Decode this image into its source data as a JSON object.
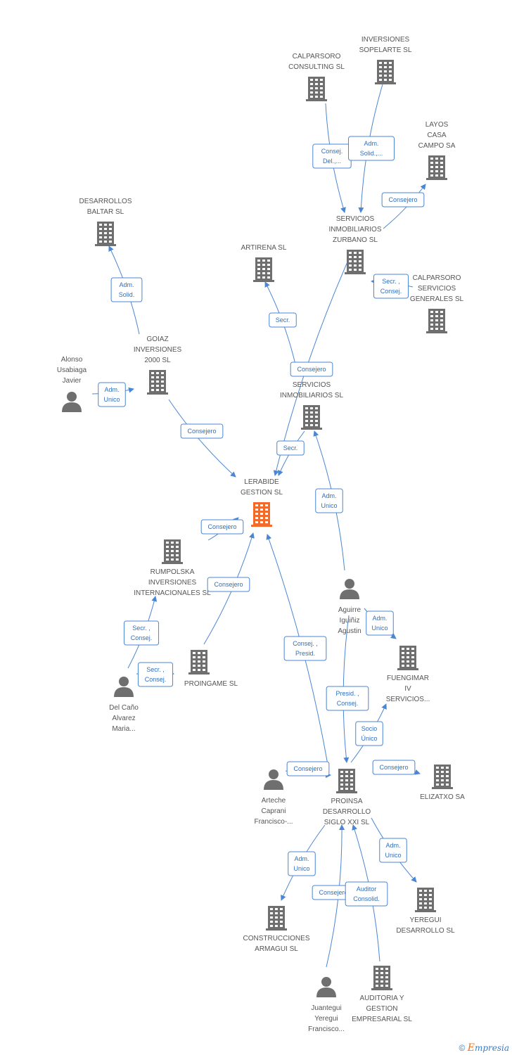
{
  "colors": {
    "edge": "#4a86d4",
    "edge_text": "#2f6fbf",
    "node": "#6f6f6f",
    "focus": "#f26b2d",
    "label": "#555555"
  },
  "brand": {
    "copyright": "©",
    "e": "E",
    "rest": "mpresia"
  },
  "nodes": [
    {
      "id": "calparsoro-consulting",
      "type": "company",
      "label": [
        "CALPARSORO",
        "CONSULTING SL"
      ]
    },
    {
      "id": "inversiones-sopelarte",
      "type": "company",
      "label": [
        "INVERSIONES",
        "SOPELARTE SL"
      ]
    },
    {
      "id": "layos-casa-campo",
      "type": "company",
      "label": [
        "LAYOS",
        "CASA",
        "CAMPO SA"
      ]
    },
    {
      "id": "desarrollos-baltar",
      "type": "company",
      "label": [
        "DESARROLLOS",
        "BALTAR SL"
      ]
    },
    {
      "id": "servicios-zurbano",
      "type": "company",
      "label": [
        "SERVICIOS",
        "INMOBILIARIOS",
        "ZURBANO SL"
      ]
    },
    {
      "id": "artirena",
      "type": "company",
      "label": [
        "ARTIRENA SL"
      ]
    },
    {
      "id": "calparsoro-servicios",
      "type": "company",
      "label": [
        "CALPARSORO",
        "SERVICIOS",
        "GENERALES SL"
      ]
    },
    {
      "id": "goiaz",
      "type": "company",
      "label": [
        "GOIAZ",
        "INVERSIONES",
        "2000 SL"
      ]
    },
    {
      "id": "alonso",
      "type": "person",
      "label": [
        "Alonso",
        "Usabiaga",
        "Javier"
      ]
    },
    {
      "id": "servicios-inmobiliarios",
      "type": "company",
      "label": [
        "...",
        "SERVICIOS",
        "INMOBILIARIOS SL"
      ]
    },
    {
      "id": "lerabide",
      "type": "focus",
      "label": [
        "LERABIDE",
        "GESTION SL"
      ]
    },
    {
      "id": "rumpolska",
      "type": "company",
      "label": [
        "RUMPOLSKA",
        "INVERSIONES",
        "INTERNACIONALES SL"
      ]
    },
    {
      "id": "aguirre",
      "type": "person",
      "label": [
        "Aguirre",
        "Iguiñiz",
        "Agustin"
      ]
    },
    {
      "id": "fuengimar",
      "type": "company",
      "label": [
        "FUENGIMAR",
        "IV",
        "SERVICIOS..."
      ]
    },
    {
      "id": "proingame",
      "type": "company",
      "label": [
        "PROINGAME SL"
      ]
    },
    {
      "id": "del-cano",
      "type": "person",
      "label": [
        "Del Caño",
        "Alvarez",
        "Maria..."
      ]
    },
    {
      "id": "proinsa",
      "type": "company",
      "label": [
        "PROINSA",
        "DESARROLLO",
        "SIGLO XXI SL"
      ]
    },
    {
      "id": "arteche",
      "type": "person",
      "label": [
        "Arteche",
        "Caprani",
        "Francisco-..."
      ]
    },
    {
      "id": "elizatxo",
      "type": "company",
      "label": [
        "ELIZATXO SA"
      ]
    },
    {
      "id": "construcciones-armagui",
      "type": "company",
      "label": [
        "CONSTRUCCIONES",
        "ARMAGUI SL"
      ]
    },
    {
      "id": "yeregui-desarrollo",
      "type": "company",
      "label": [
        "YEREGUI",
        "DESARROLLO SL"
      ]
    },
    {
      "id": "juantegui",
      "type": "person",
      "label": [
        "Juantegui",
        "Yeregui",
        "Francisco..."
      ]
    },
    {
      "id": "auditoria-gestion",
      "type": "company",
      "label": [
        "AUDITORIA Y",
        "GESTION",
        "EMPRESARIAL SL"
      ]
    }
  ],
  "edges": [
    {
      "from": "calparsoro-consulting",
      "to": "servicios-zurbano",
      "label": [
        "Consej.",
        "Del.,..."
      ]
    },
    {
      "from": "inversiones-sopelarte",
      "to": "servicios-zurbano",
      "label": [
        "Adm.",
        "Solid.,..."
      ]
    },
    {
      "from": "servicios-zurbano",
      "to": "layos-casa-campo",
      "label": [
        "Consejero"
      ]
    },
    {
      "from": "calparsoro-servicios",
      "to": "servicios-zurbano",
      "label": [
        "Secr. ,",
        "Consej."
      ]
    },
    {
      "from": "goiaz",
      "to": "desarrollos-baltar",
      "label": [
        "Adm.",
        "Solid."
      ]
    },
    {
      "from": "servicios-inmobiliarios",
      "to": "artirena",
      "label": [
        "Secr."
      ]
    },
    {
      "from": "alonso",
      "to": "goiaz",
      "label": [
        "Adm.",
        "Unico"
      ]
    },
    {
      "from": "servicios-zurbano",
      "to": "lerabide",
      "label": [
        "Consejero"
      ]
    },
    {
      "from": "servicios-inmobiliarios",
      "to": "lerabide",
      "label": [
        "Secr."
      ]
    },
    {
      "from": "goiaz",
      "to": "lerabide",
      "label": [
        "Consejero"
      ]
    },
    {
      "from": "aguirre",
      "to": "servicios-inmobiliarios",
      "label": [
        "Adm.",
        "Unico"
      ]
    },
    {
      "from": "rumpolska",
      "to": "lerabide",
      "label": [
        "Consejero"
      ]
    },
    {
      "from": "proingame",
      "to": "lerabide",
      "label": [
        "Consejero"
      ]
    },
    {
      "from": "proinsa",
      "to": "lerabide",
      "label": [
        "Consej. ,",
        "Presid."
      ]
    },
    {
      "from": "del-cano",
      "to": "rumpolska",
      "label": [
        "Secr. ,",
        "Consej."
      ]
    },
    {
      "from": "del-cano",
      "to": "proingame",
      "label": [
        "Secr. ,",
        "Consej."
      ]
    },
    {
      "from": "aguirre",
      "to": "fuengimar",
      "label": [
        "Adm.",
        "Unico"
      ]
    },
    {
      "from": "aguirre",
      "to": "proinsa",
      "label": [
        "Presid. ,",
        "Consej."
      ]
    },
    {
      "from": "proinsa",
      "to": "fuengimar",
      "label": [
        "Socio",
        "Único"
      ]
    },
    {
      "from": "arteche",
      "to": "proinsa",
      "label": [
        "Consejero"
      ]
    },
    {
      "from": "proinsa",
      "to": "elizatxo",
      "label": [
        "Consejero"
      ]
    },
    {
      "from": "proinsa",
      "to": "construcciones-armagui",
      "label": [
        "Adm.",
        "Unico"
      ]
    },
    {
      "from": "proinsa",
      "to": "yeregui-desarrollo",
      "label": [
        "Adm.",
        "Unico"
      ]
    },
    {
      "from": "juantegui",
      "to": "proinsa",
      "label": [
        "Consejero"
      ]
    },
    {
      "from": "auditoria-gestion",
      "to": "proinsa",
      "label": [
        "Auditor",
        "Consolid."
      ]
    }
  ]
}
